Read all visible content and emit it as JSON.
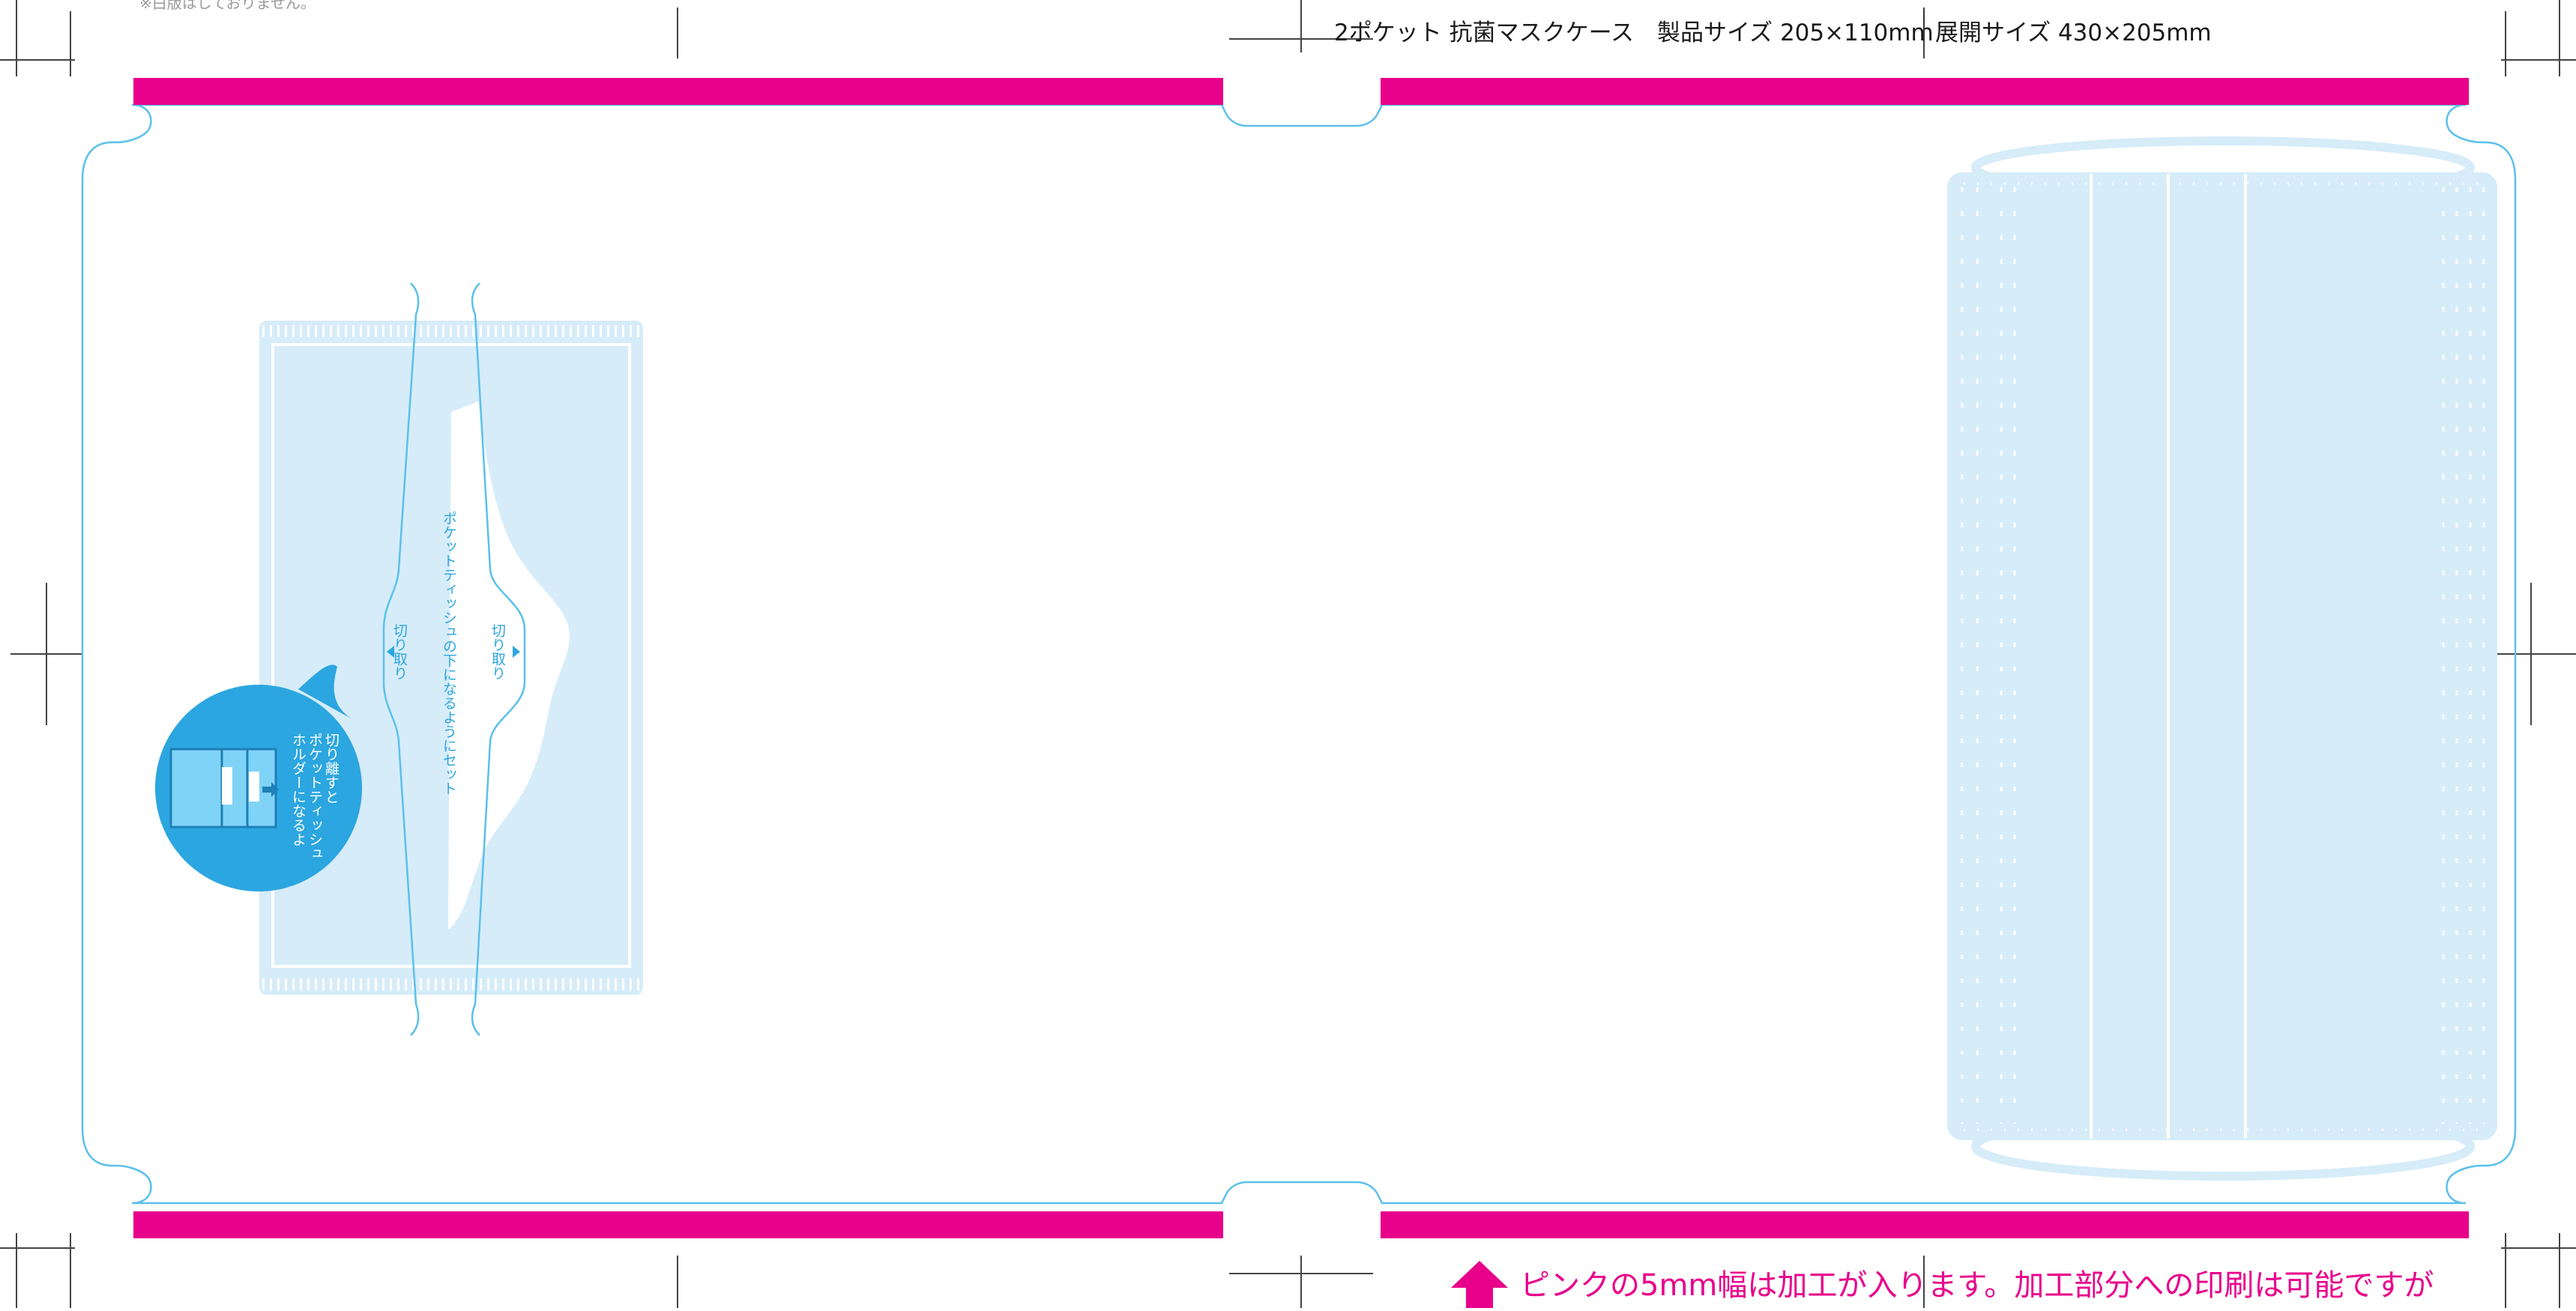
{
  "header": {
    "product_label": "2ポケット 抗菌マスクケース　製品サイズ 205×110mm",
    "spread_label": "展開サイズ 430×205mm",
    "top_note": "※白版はしておりません。"
  },
  "tissue_panel": {
    "cut_left": "切り取り",
    "cut_right": "切り取り",
    "set_instruction": "ポケットティッシュの下になるようにセット"
  },
  "callout": {
    "line1": "切り離すと",
    "line2": "ポケットティッシュ",
    "line3": "ホルダーになるよ"
  },
  "footer": {
    "note": "ピンクの5mm幅は加工が入ります。加工部分への印刷は可能ですが"
  },
  "colors": {
    "pink": "#e8008b",
    "cut_line": "#5bc0eb",
    "panel_fill": "#d6ecf9",
    "callout_blue": "#2ca6e0",
    "text_dark": "#1a1a1a"
  },
  "icons": {
    "up_arrow": "up-arrow-icon",
    "crop_mark": "crop-mark-icon",
    "triangle_left": "triangle-left-icon",
    "triangle_right": "triangle-right-icon"
  }
}
